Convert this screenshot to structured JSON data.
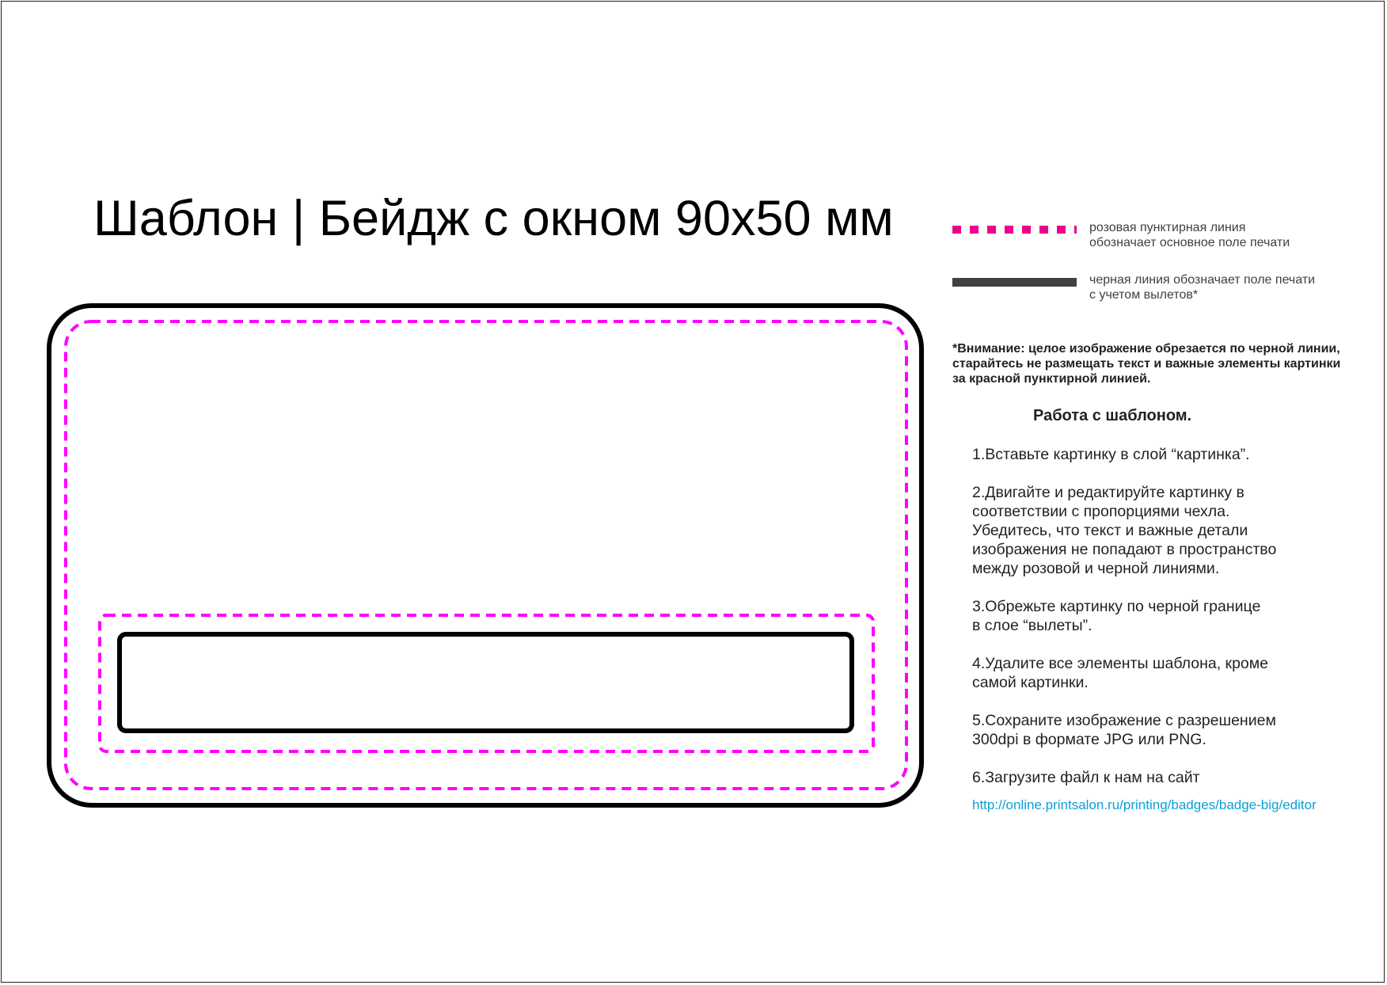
{
  "title": "Шаблон | Бейдж с окном 90х50 мм",
  "legend": {
    "pink_line_text": "розовая пунктирная линия\nобозначает основное поле печати",
    "black_line_text": "черная линия обозначает поле печати\nс учетом вылетов*",
    "colors": {
      "pink": "#ec008c",
      "template_pink": "#ff00ff",
      "black": "#414042"
    }
  },
  "warning": "*Внимание: целое изображение обрезается по черной линии, старайтесь не размещать текст и важные элементы картинки за красной пунктирной линией.",
  "instructions": {
    "title": "Работа с шаблоном.",
    "steps": [
      "1.Вставьте картинку в слой “картинка”.",
      "2.Двигайте и редактируйте картинку в\nсоответствии с пропорциями чехла.\nУбедитесь, что текст и важные детали\nизображения не попадают в пространство\nмежду розовой и черной линиями.",
      "3.Обрежьте картинку по черной границе\nв слое “вылеты”.",
      "4.Удалите все элементы шаблона, кроме\nсамой картинки.",
      "5.Сохраните изображение с разрешением\n300dpi в формате JPG или PNG.",
      "6.Загрузите файл к нам на сайт"
    ],
    "link": "http://online.printsalon.ru/printing/badges/badge-big/editor"
  }
}
